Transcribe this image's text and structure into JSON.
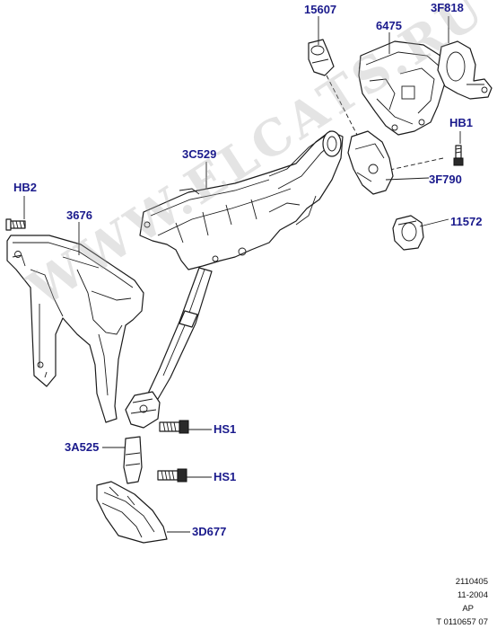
{
  "watermark": "WWW.ELCATS.RU",
  "labels": {
    "p15607": "15607",
    "p6475": "6475",
    "p3F818": "3F818",
    "pHB1_top": "HB1",
    "p3C529": "3C529",
    "p3F790": "3F790",
    "p11572": "11572",
    "pHB2": "HB2",
    "p3676": "3676",
    "pHS1_upper": "HS1",
    "p3A525": "3A525",
    "pHS1_lower": "HS1",
    "p3D677": "3D677"
  },
  "footer": {
    "code": "2110405",
    "date": "11-2004",
    "region": "AP",
    "ref": "T 0110657 07"
  },
  "colors": {
    "label": "#1a1a8c",
    "line": "#1b1b1b"
  }
}
